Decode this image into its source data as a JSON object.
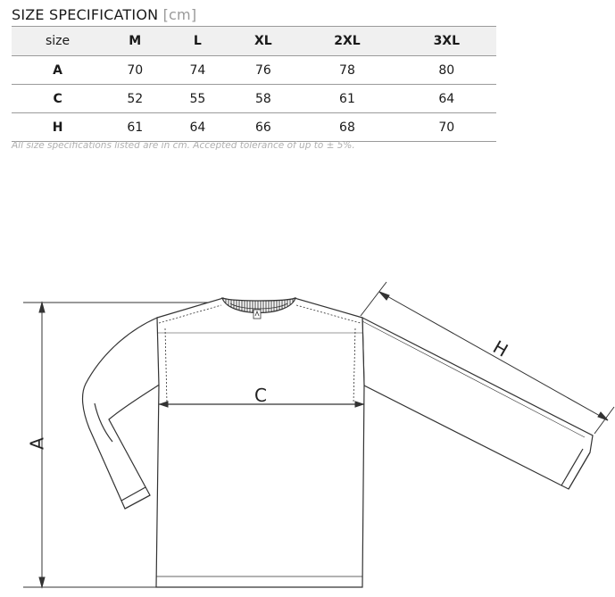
{
  "title": "SIZE SPECIFICATION",
  "unit": "[cm]",
  "table": {
    "corner": "size",
    "columns": [
      "M",
      "L",
      "XL",
      "2XL",
      "3XL"
    ],
    "rows": [
      {
        "label": "A",
        "values": [
          "70",
          "74",
          "76",
          "78",
          "80"
        ]
      },
      {
        "label": "C",
        "values": [
          "52",
          "55",
          "58",
          "61",
          "64"
        ]
      },
      {
        "label": "H",
        "values": [
          "61",
          "64",
          "66",
          "68",
          "70"
        ]
      }
    ]
  },
  "note": "All size specifications listed are in cm. Accepted tolerance of up to ± 5%.",
  "diagram": {
    "label_a": "A",
    "label_c": "C",
    "label_h": "H"
  }
}
